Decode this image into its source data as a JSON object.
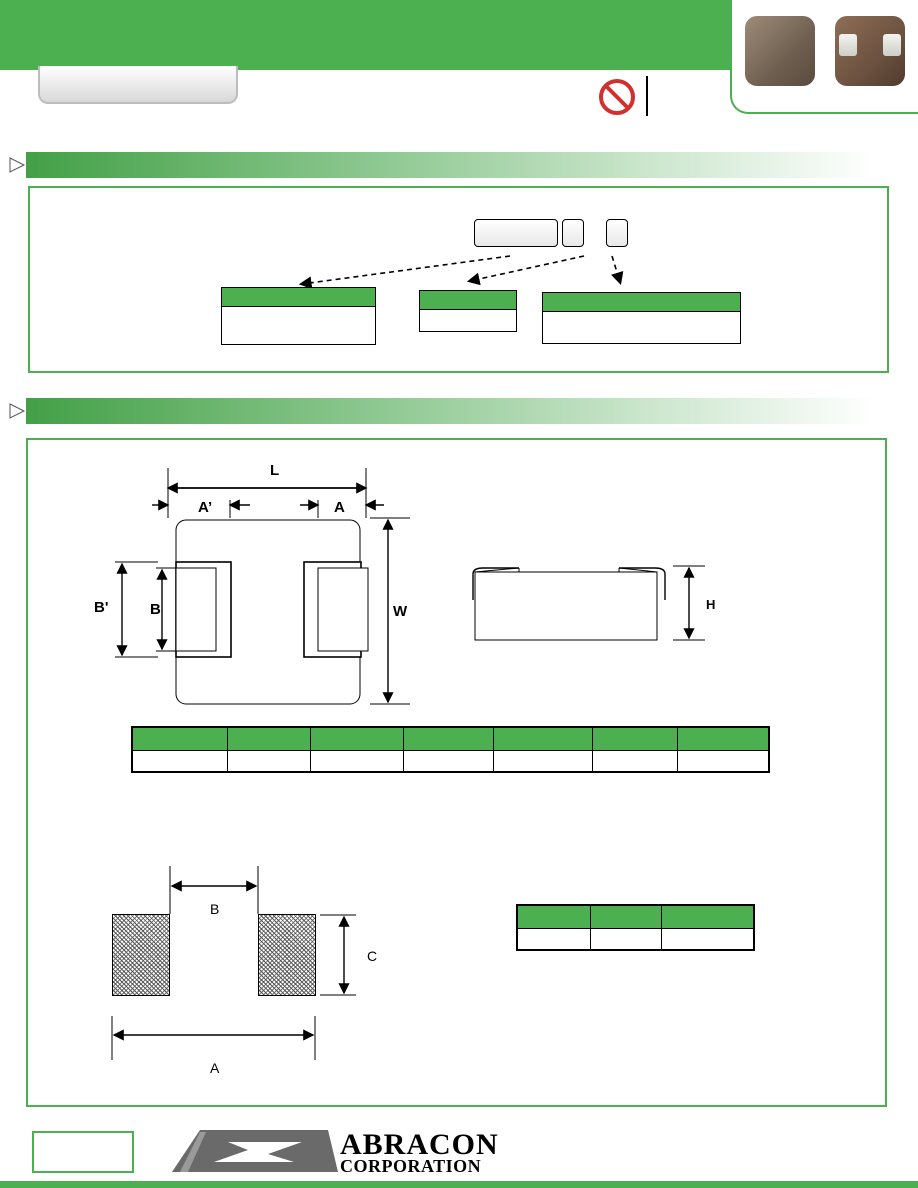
{
  "header": {
    "product_photo": "two-smd-power-inductor-chips",
    "compliance_icon": "no-sign-icon"
  },
  "sections": [
    {
      "name": "part-identification",
      "icon": "triangle-arrow-icon"
    },
    {
      "name": "outline-dimensions",
      "icon": "triangle-arrow-icon"
    }
  ],
  "part_number_diagram": {
    "boxes": 3,
    "code_cards": 3
  },
  "outline_drawing": {
    "labels": {
      "L": "L",
      "A_prime": "A’",
      "A": "A",
      "B_prime": "B'",
      "B": "B",
      "W": "W",
      "H": "H"
    }
  },
  "dimension_table": {
    "columns": 7,
    "rows": 1
  },
  "land_pattern": {
    "labels": {
      "A": "A",
      "B": "B",
      "C": "C"
    }
  },
  "land_table": {
    "columns": 3,
    "rows": 1
  },
  "footer": {
    "logo_line1": "ABRACON",
    "logo_line2": "CORPORATION",
    "colors": {
      "brand_green": "#4caf50"
    }
  }
}
